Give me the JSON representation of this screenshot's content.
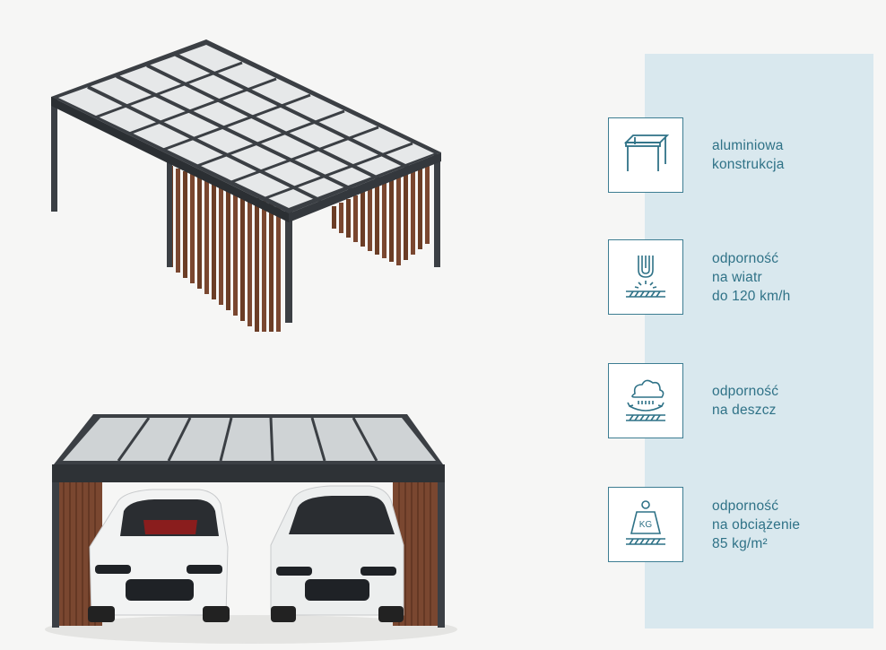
{
  "colors": {
    "accent": "#2f7287",
    "panel": "#d9e8ee",
    "frame": "#3b3f44",
    "slat": "#6b3d26",
    "roof": "#e6e8e9"
  },
  "illustrations": {
    "top": {
      "icon": "pergola-render"
    },
    "bottom": {
      "icon": "carport-with-cars-render"
    }
  },
  "features": [
    {
      "icon": "aluminium-frame-icon",
      "label": "aluminiowa\nkonstrukcja"
    },
    {
      "icon": "wind-resistance-icon",
      "label": "odporność\nna wiatr\ndo 120 km/h"
    },
    {
      "icon": "rain-resistance-icon",
      "label": "odporność\nna deszcz"
    },
    {
      "icon": "load-weight-icon",
      "label": "odporność\nna obciążenie\n85 kg/m²"
    }
  ],
  "weight_icon_text": "KG"
}
